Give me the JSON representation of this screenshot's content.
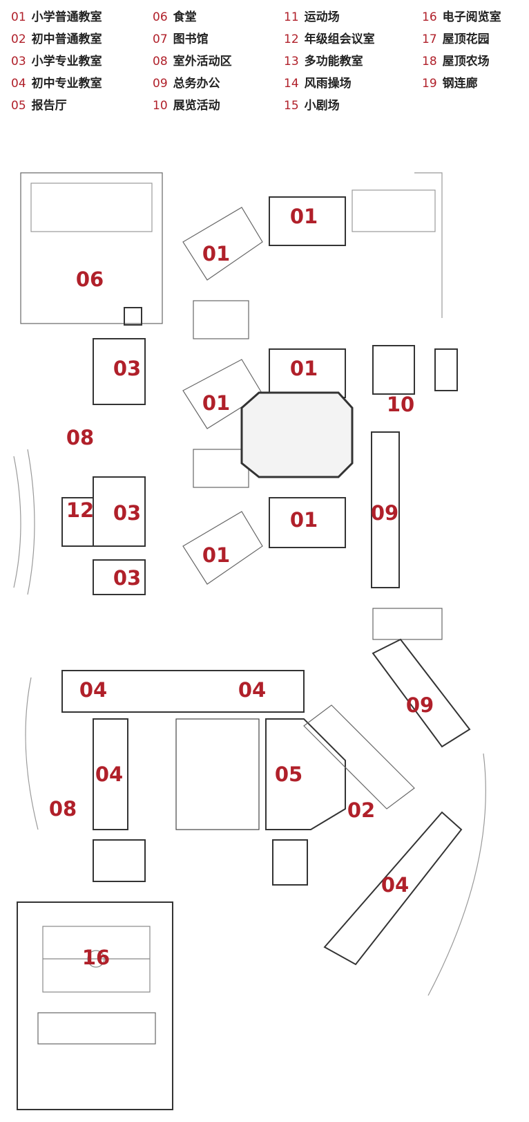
{
  "legend": [
    {
      "num": "01",
      "label": "小学普通教室"
    },
    {
      "num": "02",
      "label": "初中普通教室"
    },
    {
      "num": "03",
      "label": "小学专业教室"
    },
    {
      "num": "04",
      "label": "初中专业教室"
    },
    {
      "num": "05",
      "label": "报告厅"
    },
    {
      "num": "06",
      "label": "食堂"
    },
    {
      "num": "07",
      "label": "图书馆"
    },
    {
      "num": "08",
      "label": "室外活动区"
    },
    {
      "num": "09",
      "label": "总务办公"
    },
    {
      "num": "10",
      "label": "展览活动"
    },
    {
      "num": "11",
      "label": "运动场"
    },
    {
      "num": "12",
      "label": "年级组会议室"
    },
    {
      "num": "13",
      "label": "多功能教室"
    },
    {
      "num": "14",
      "label": "风雨操场"
    },
    {
      "num": "15",
      "label": "小剧场"
    },
    {
      "num": "16",
      "label": "电子阅览室"
    },
    {
      "num": "17",
      "label": "屋顶花园"
    },
    {
      "num": "18",
      "label": "屋顶农场"
    },
    {
      "num": "19",
      "label": "钢连廊"
    }
  ],
  "plan_labels": [
    "01",
    "01",
    "06",
    "03",
    "01",
    "01",
    "10",
    "08",
    "03",
    "12",
    "01",
    "09",
    "01",
    "03",
    "04",
    "04",
    "09",
    "04",
    "05",
    "08",
    "02",
    "04",
    "16"
  ],
  "colors": {
    "accent": "#b0202a",
    "text": "#222222",
    "line": "#555555"
  }
}
